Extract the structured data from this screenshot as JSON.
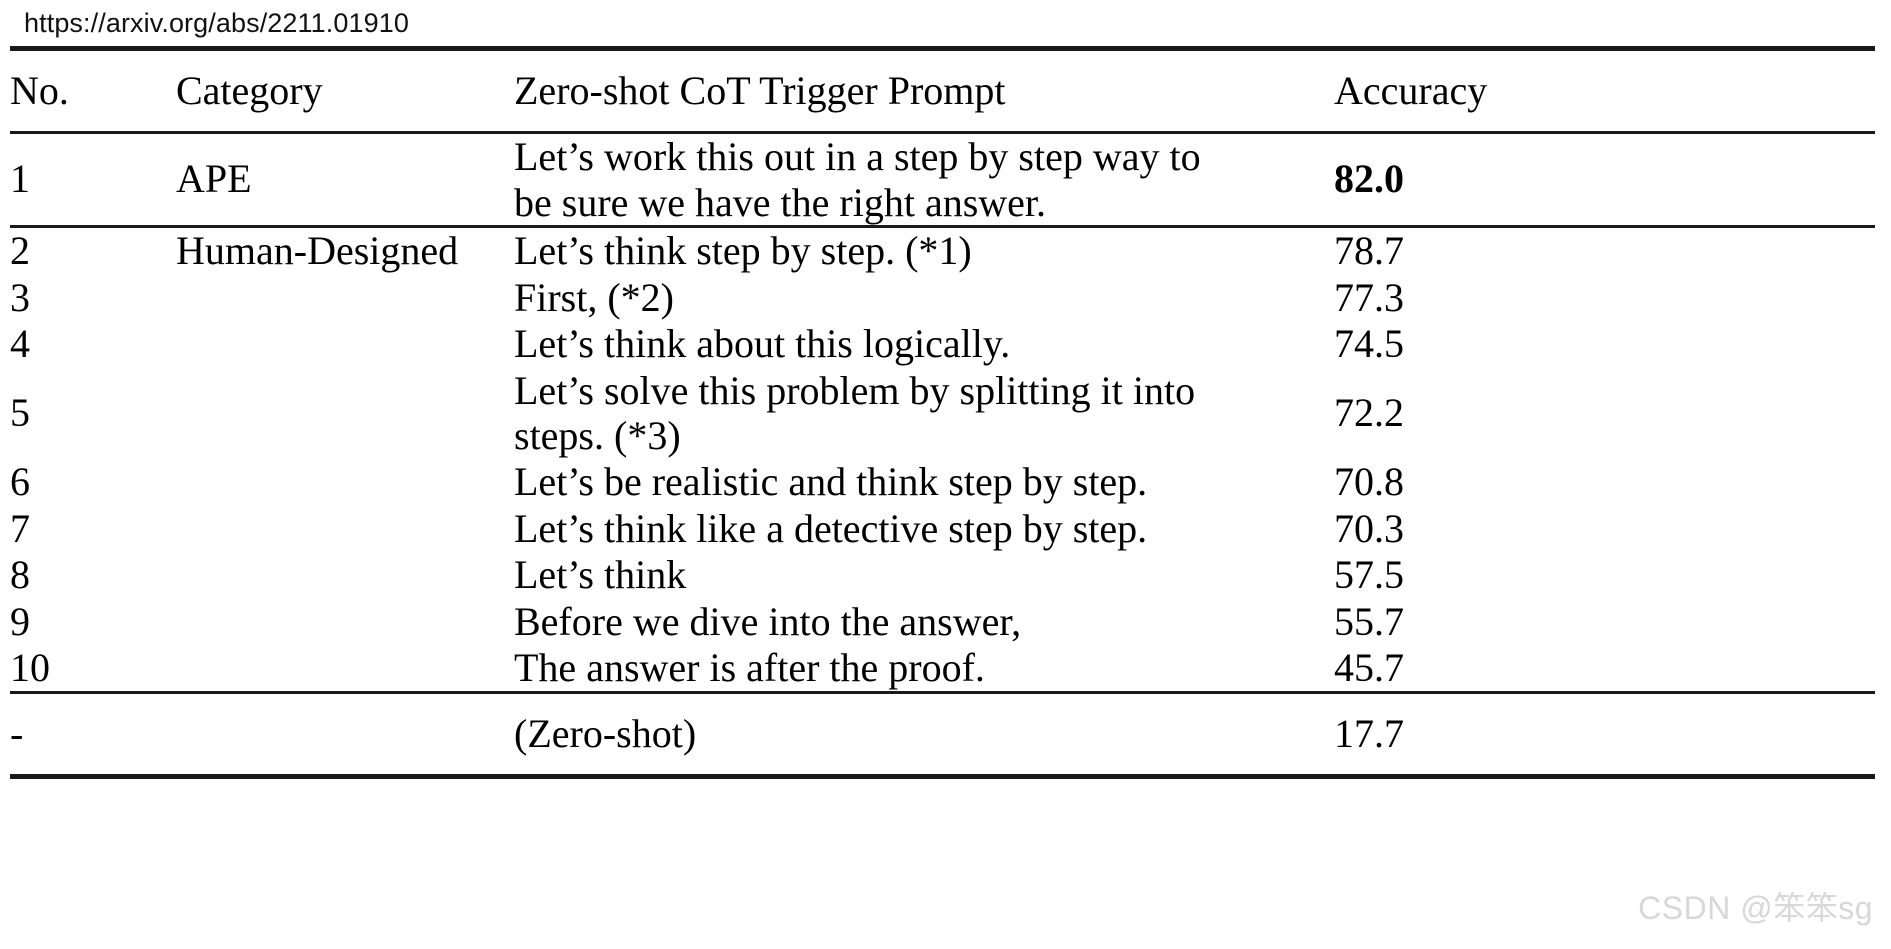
{
  "header": {
    "url": "https://arxiv.org/abs/2211.01910"
  },
  "table": {
    "columns": [
      "No.",
      "Category",
      "Zero-shot CoT Trigger Prompt",
      "Accuracy"
    ],
    "sections": [
      {
        "rows": [
          {
            "no": "1",
            "category": "APE",
            "prompt_line1": "Let’s work this out in a step by step way to",
            "prompt_line2": "be sure we have the right answer.",
            "accuracy": "82.0",
            "accuracy_bold": true
          }
        ]
      },
      {
        "rows": [
          {
            "no": "2",
            "category": "Human-Designed",
            "prompt_line1": "Let’s think step by step. (*1)",
            "prompt_line2": "",
            "accuracy": "78.7",
            "accuracy_bold": false
          },
          {
            "no": "3",
            "category": "",
            "prompt_line1": "First, (*2)",
            "prompt_line2": "",
            "accuracy": "77.3",
            "accuracy_bold": false
          },
          {
            "no": "4",
            "category": "",
            "prompt_line1": "Let’s think about this logically.",
            "prompt_line2": "",
            "accuracy": "74.5",
            "accuracy_bold": false
          },
          {
            "no": "5",
            "category": "",
            "prompt_line1": "Let’s solve this problem by splitting it into",
            "prompt_line2": "steps. (*3)",
            "accuracy": "72.2",
            "accuracy_bold": false
          },
          {
            "no": "6",
            "category": "",
            "prompt_line1": "Let’s be realistic and think step by step.",
            "prompt_line2": "",
            "accuracy": "70.8",
            "accuracy_bold": false
          },
          {
            "no": "7",
            "category": "",
            "prompt_line1": "Let’s think like a detective step by step.",
            "prompt_line2": "",
            "accuracy": "70.3",
            "accuracy_bold": false
          },
          {
            "no": "8",
            "category": "",
            "prompt_line1": "Let’s think",
            "prompt_line2": "",
            "accuracy": "57.5",
            "accuracy_bold": false
          },
          {
            "no": "9",
            "category": "",
            "prompt_line1": "Before we dive into the answer,",
            "prompt_line2": "",
            "accuracy": "55.7",
            "accuracy_bold": false
          },
          {
            "no": "10",
            "category": "",
            "prompt_line1": "The answer is after the proof.",
            "prompt_line2": "",
            "accuracy": "45.7",
            "accuracy_bold": false
          }
        ]
      },
      {
        "rows": [
          {
            "no": "-",
            "category": "",
            "prompt_line1": "(Zero-shot)",
            "prompt_line2": "",
            "accuracy": "17.7",
            "accuracy_bold": false
          }
        ]
      }
    ]
  },
  "watermark": {
    "text": "CSDN @笨笨sg"
  }
}
